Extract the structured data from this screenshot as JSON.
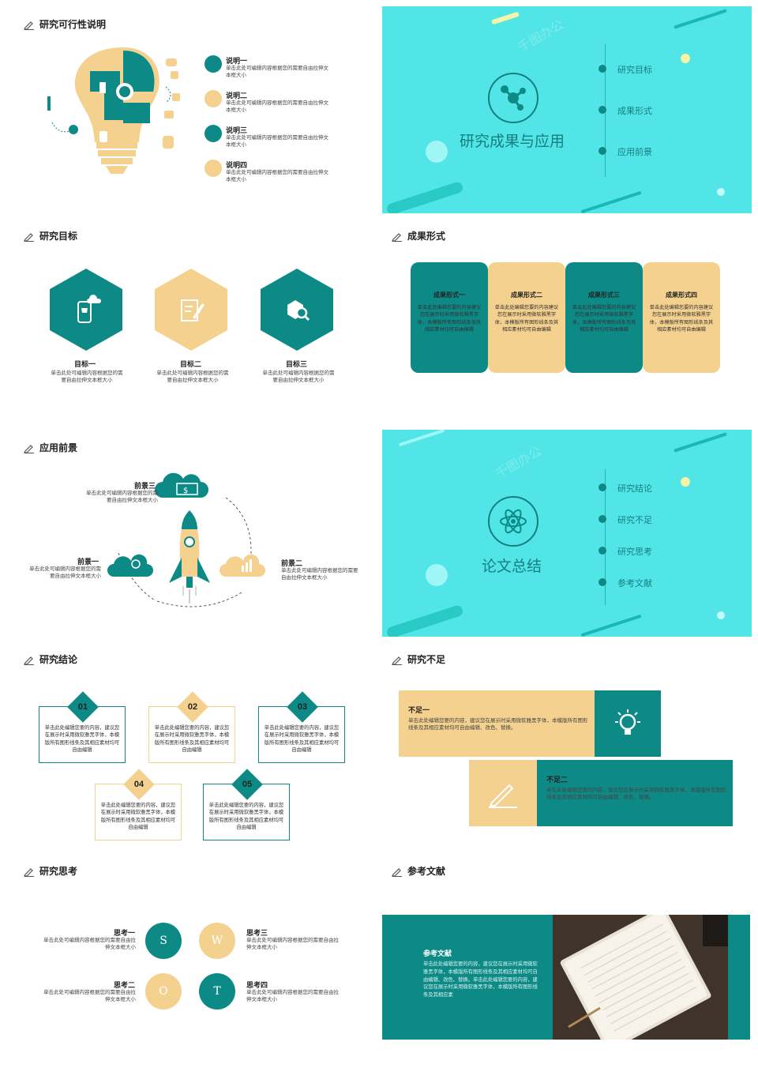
{
  "s1": {
    "title": "研究可行性说明",
    "items": [
      {
        "label": "说明一",
        "text": "单击此处可编辑内容根据您的需要自由拉伸文本框大小"
      },
      {
        "label": "说明二",
        "text": "单击此处可编辑内容根据您的需要自由拉伸文本框大小"
      },
      {
        "label": "说明三",
        "text": "单击此处可编辑内容根据您的需要自由拉伸文本框大小"
      },
      {
        "label": "说明四",
        "text": "单击此处可编辑内容根据您的需要自由拉伸文本框大小"
      }
    ]
  },
  "s2": {
    "title": "研究成果与应用",
    "menu": [
      "研究目标",
      "成果形式",
      "应用前景"
    ],
    "watermark": "千图办公"
  },
  "s3": {
    "title": "研究目标",
    "items": [
      {
        "label": "目标一",
        "text": "单击此处可编辑内容根据您的需要自由拉伸文本框大小"
      },
      {
        "label": "目标二",
        "text": "单击此处可编辑内容根据您的需要自由拉伸文本框大小"
      },
      {
        "label": "目标三",
        "text": "单击此处可编辑内容根据您的需要自由拉伸文本框大小"
      }
    ]
  },
  "s4": {
    "title": "成果形式",
    "cards": [
      {
        "label": "成果形式一",
        "text": "单击此处编辑您要的内容建议您在展示时采用微软雅黑字体，本模版所有图形线条及其相应素材均可自由编辑"
      },
      {
        "label": "成果形式二",
        "text": "单击此处编辑您要的内容建议您在展示时采用微软雅黑字体，本模版所有图形线条及其相应素材均可自由编辑"
      },
      {
        "label": "成果形式三",
        "text": "单击此处编辑您要的内容建议您在展示时采用微软雅黑字体，本模版所有图形线条及其相应素材均可自由编辑"
      },
      {
        "label": "成果形式四",
        "text": "单击此处编辑您要的内容建议您在展示时采用微软雅黑字体，本模版所有图形线条及其相应素材均可自由编辑"
      }
    ]
  },
  "s5": {
    "title": "应用前景",
    "items": [
      {
        "label": "前景三",
        "text": "单击此处可编辑内容根据您的需要自由拉伸文本框大小"
      },
      {
        "label": "前景一",
        "text": "单击此处可编辑内容根据您的需要自由拉伸文本框大小"
      },
      {
        "label": "前景二",
        "text": "单击此处可编辑内容根据您的需要自由拉伸文本框大小"
      }
    ]
  },
  "s6": {
    "title": "论文总结",
    "menu": [
      "研究结论",
      "研究不足",
      "研究思考",
      "参考文献"
    ],
    "watermark": "千图办公"
  },
  "s7": {
    "title": "研究结论",
    "boxes": [
      {
        "num": "01",
        "text": "单击此处编辑您要的内容，建议您在展示时采用微软雅黑字体，本模版所有图形线条及其相应素材均可自由编辑"
      },
      {
        "num": "02",
        "text": "单击此处编辑您要的内容，建议您在展示时采用微软雅黑字体，本模版所有图形线条及其相应素材均可自由编辑"
      },
      {
        "num": "03",
        "text": "单击此处编辑您要的内容，建议您在展示时采用微软雅黑字体，本模版所有图形线条及其相应素材均可自由编辑"
      },
      {
        "num": "04",
        "text": "单击此处编辑您要的内容，建议您在展示时采用微软雅黑字体，本模版所有图形线条及其相应素材均可自由编辑"
      },
      {
        "num": "05",
        "text": "单击此处编辑您要的内容，建议您在展示时采用微软雅黑字体，本模版所有图形线条及其相应素材均可自由编辑"
      }
    ]
  },
  "s8": {
    "title": "研究不足",
    "items": [
      {
        "label": "不足一",
        "text": "单击此处编辑您要的内容，建议您在展示时采用微软雅黑字体，本模版所有图形线条及其相应素材均可自由编辑、改色、替换。"
      },
      {
        "label": "不足二",
        "text": "单击此处编辑您要的内容，建议您在展示时采用微软雅黑字体，本模版所有图形线条及其相应素材均可自由编辑、改色、替换。"
      }
    ]
  },
  "s9": {
    "title": "研究思考",
    "items": [
      {
        "label": "思考一",
        "letter": "S",
        "text": "单击此处可编辑内容根据您的需要自由拉伸文本框大小"
      },
      {
        "label": "思考三",
        "letter": "W",
        "text": "单击此处可编辑内容根据您的需要自由拉伸文本框大小"
      },
      {
        "label": "思考二",
        "letter": "O",
        "text": "单击此处可编辑内容根据您的需要自由拉伸文本框大小"
      },
      {
        "label": "思考四",
        "letter": "T",
        "text": "单击此处可编辑内容根据您的需要自由拉伸文本框大小"
      }
    ]
  },
  "s10": {
    "title": "参考文献",
    "label": "参考文献",
    "text": "单击此处编辑您要的内容，建议您在展示时采用微软雅黑字体，本模版所有图形线条及其相应素材均可自由编辑、改色、替换。单击此处编辑您要的内容，建议您在展示时采用微软雅黑字体，本模版所有图形线条及其相应素"
  },
  "colors": {
    "teal": "#0d8a86",
    "sand": "#f5d18f",
    "cyan": "#52e5e7"
  }
}
